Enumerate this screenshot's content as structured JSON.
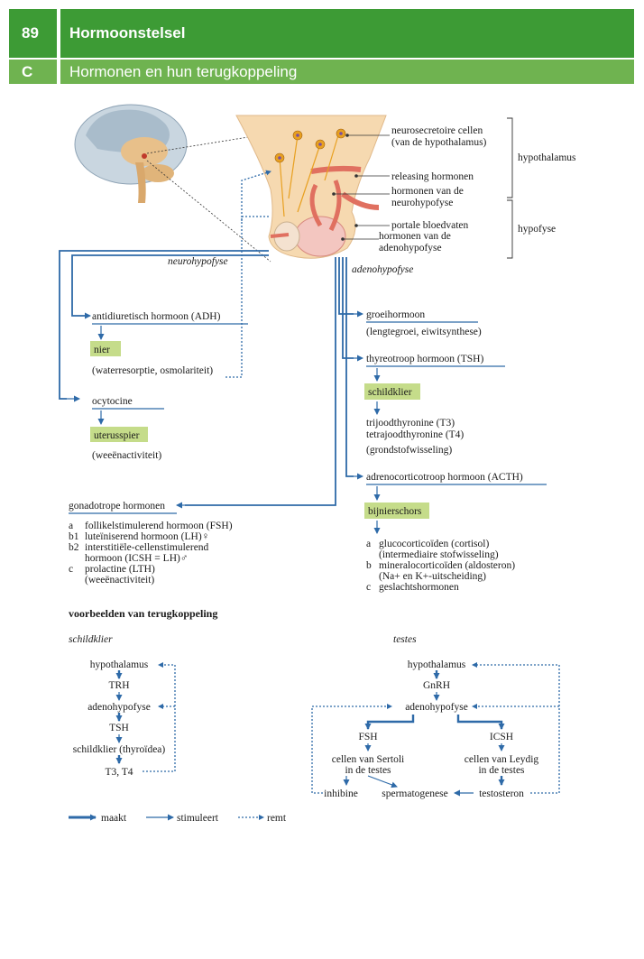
{
  "header": {
    "chapter_number": "89",
    "chapter_title": "Hormoonstelsel",
    "section_letter": "C",
    "section_title": "Hormonen en hun terugkoppeling"
  },
  "anatomy_labels": {
    "neurosecretory": [
      "neurosecretoire cellen",
      "(van de hypothalamus)"
    ],
    "releasing": "releasing hormonen",
    "neurohormones": [
      "hormonen van de",
      "neurohypofyse"
    ],
    "portal": "portale bloedvaten",
    "adenohormones": [
      "hormonen van de",
      "adenohypofyse"
    ],
    "hypothalamus": "hypothalamus",
    "hypofyse": "hypofyse",
    "neurohypofyse": "neurohypofyse",
    "adenohypofyse": "adenohypofyse"
  },
  "left_branch": {
    "adh": "antidiuretisch hormoon (ADH)",
    "nier": "nier",
    "nier_effect": "(waterresorptie, osmolariteit)",
    "ocytocine": "ocytocine",
    "uterusspier": "uterusspier",
    "uterus_effect": "(weeënactiviteit)"
  },
  "right_branch": {
    "groei": "groeihormoon",
    "groei_effect": "(lengtegroei, eiwitsynthese)",
    "tsh": "thyreotroop hormoon (TSH)",
    "schildklier": "schildklier",
    "t3": "trijoodthyronine (T3)",
    "t4": "tetrajoodthyronine (T4)",
    "t_effect": "(grondstofwisseling)",
    "acth": "adrenocorticotroop hormoon (ACTH)",
    "bijnier": "bijnierschors",
    "bijnier_items": [
      {
        "k": "a",
        "v": "glucocorticoïden (cortisol)"
      },
      {
        "k": "",
        "v": "(intermediaire stofwisseling)"
      },
      {
        "k": "b",
        "v": "mineralocorticoïden (aldosteron)"
      },
      {
        "k": "",
        "v": "(Na+ en K+-uitscheiding)"
      },
      {
        "k": "c",
        "v": "geslachtshormonen"
      }
    ]
  },
  "gonado": {
    "title": "gonadotrope hormonen",
    "items": [
      {
        "k": "a",
        "v": "follikelstimulerend hormoon (FSH)"
      },
      {
        "k": "b1",
        "v": "luteïniserend hormoon (LH)♀"
      },
      {
        "k": "b2",
        "v": "interstitiële-cellenstimulerend"
      },
      {
        "k": "",
        "v": "hormoon (ICSH = LH)♂"
      },
      {
        "k": "c",
        "v": "prolactine (LTH)"
      },
      {
        "k": "",
        "v": "(weeënactiviteit)"
      }
    ]
  },
  "feedback": {
    "title": "voorbeelden van terugkoppeling",
    "thyroid": {
      "label": "schildklier",
      "nodes": [
        "hypothalamus",
        "TRH",
        "adenohypofyse",
        "TSH",
        "schildklier (thyroïdea)",
        "T3, T4"
      ]
    },
    "testes": {
      "label": "testes",
      "hypothalamus": "hypothalamus",
      "gnrh": "GnRH",
      "adeno": "adenohypofyse",
      "fsh": "FSH",
      "icsh": "ICSH",
      "sertoli": [
        "cellen van Sertoli",
        "in de testes"
      ],
      "leydig": [
        "cellen van Leydig",
        "in de testes"
      ],
      "inhibine": "inhibine",
      "spermato": "spermatogenese",
      "testosteron": "testosteron"
    }
  },
  "legend": {
    "maakt": "maakt",
    "stimuleert": "stimuleert",
    "remt": "remt"
  },
  "colors": {
    "header_dark": "#3d9b35",
    "header_light": "#6fb350",
    "highlight_box": "#c5dc8a",
    "arrow": "#2e6aa8"
  }
}
